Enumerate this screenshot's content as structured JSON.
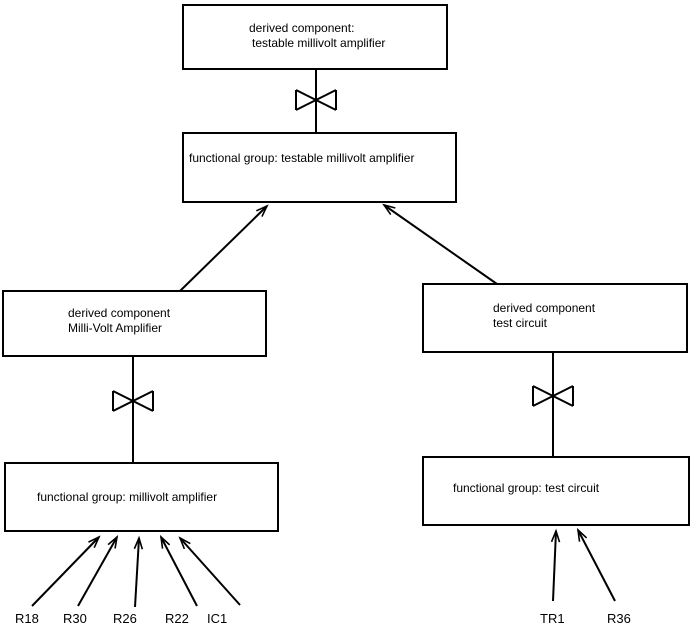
{
  "diagram": {
    "background_color": "#ffffff",
    "line_color": "#000000",
    "box_fill_color": "#ffffff",
    "boxes": {
      "derived_testable": {
        "line1": "derived component:",
        "line2": "testable millivolt amplifier"
      },
      "fg_testable": {
        "line1": "functional group: testable millivolt amplifier"
      },
      "derived_millivolt": {
        "line1": "derived component",
        "line2": "Milli-Volt Amplifier"
      },
      "derived_test": {
        "line1": "derived component",
        "line2": "test circuit"
      },
      "fg_millivolt": {
        "line1": "functional group: millivolt amplifier"
      },
      "fg_test": {
        "line1": "functional group: test circuit"
      }
    },
    "leaf_components": {
      "left": [
        "R18",
        "R30",
        "R26",
        "R22",
        "IC1"
      ],
      "right": [
        "TR1",
        "R36"
      ]
    }
  }
}
